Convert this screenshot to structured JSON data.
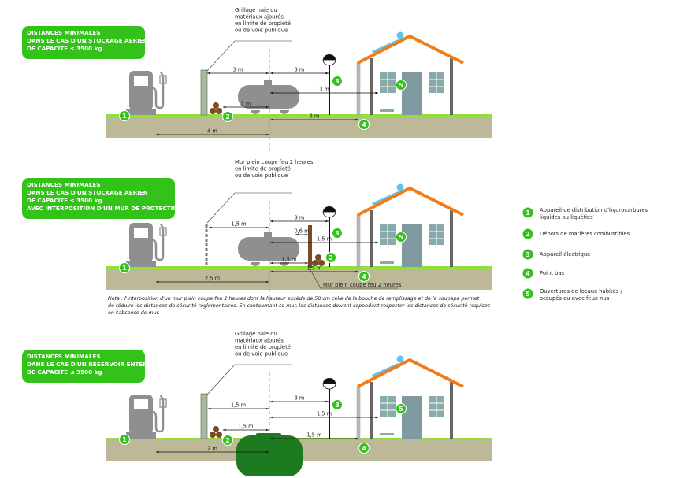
{
  "colors": {
    "green": "#33c21a",
    "ground": "#bdb898",
    "grass": "#8fe03a",
    "grey": "#8f8f8f",
    "roof": "#f07d1a",
    "panel": "#5bc6ea",
    "darkgreen": "#1e7a1e",
    "wood": "#7a4a22"
  },
  "panels": [
    {
      "title": [
        "DISTANCES MINIMALES",
        "DANS LE CAS D'UN STOCKAGE AERIEN",
        "DE CAPACITE ≤ 3500 kg"
      ],
      "fence_label": [
        "Grillage haie ou",
        "matériaux ajourés",
        "en limite de propiété",
        "ou de voie publique"
      ],
      "distances": [
        "3 m",
        "3 m",
        "3 m",
        "3 m",
        "3 m",
        "4 m"
      ]
    },
    {
      "title": [
        "DISTANCES MINIMALES",
        "DANS LE CAS D'UN STOCKAGE AERIEN",
        "DE CAPACITE ≤ 3500 kg",
        "AVEC INTERPOSITION D'UN MUR DE PROTECTION"
      ],
      "fence_label": [
        "Mur plein coupe feu 2 heures",
        "en limite de propiété",
        "ou de voie publique"
      ],
      "distances": [
        "1,5 m",
        "3 m",
        "0,6 m",
        "1,5 m",
        "1,5 m",
        "1,5 m",
        "2,5 m"
      ],
      "wall_label": "Mur plein coupe feu 2 heures",
      "note": [
        "Nota : l'interposition d'un mur plein coupe-feu 2 heures dont la hauteur excède de 50 cm celle de la bouche de remplissage et de la soupape permet",
        "de réduire les distances de sécurité règlementaires. En contournant ce mur, les distances doivent cependant respecter les distances de sécurité requises",
        "en l'absence de mur."
      ]
    },
    {
      "title": [
        "DISTANCES MINIMALES",
        "DANS LE CAS D'UN RESERVOIR ENTERRE",
        "DE CAPACITE ≤ 3500 kg"
      ],
      "fence_label": [
        "Grillage haie ou",
        "matériaux ajourés",
        "en limite de propiété",
        "ou de voie publique"
      ],
      "distances": [
        "1,5 m",
        "3 m",
        "1,5 m",
        "1,5 m",
        "1,5 m",
        "2 m"
      ]
    }
  ],
  "markers": [
    "1",
    "2",
    "3",
    "4",
    "5"
  ],
  "legend": [
    {
      "num": "1",
      "text": [
        "Appareil de distribution d'hydrocarbures",
        "liquides ou liquéfiés"
      ]
    },
    {
      "num": "2",
      "text": [
        "Dépots de matières combustibles"
      ]
    },
    {
      "num": "3",
      "text": [
        "Appareil électrique"
      ]
    },
    {
      "num": "4",
      "text": [
        "Point bas"
      ]
    },
    {
      "num": "5",
      "text": [
        "Ouvertures de locaux habités /",
        "occupés ou avec feux nus"
      ]
    }
  ]
}
